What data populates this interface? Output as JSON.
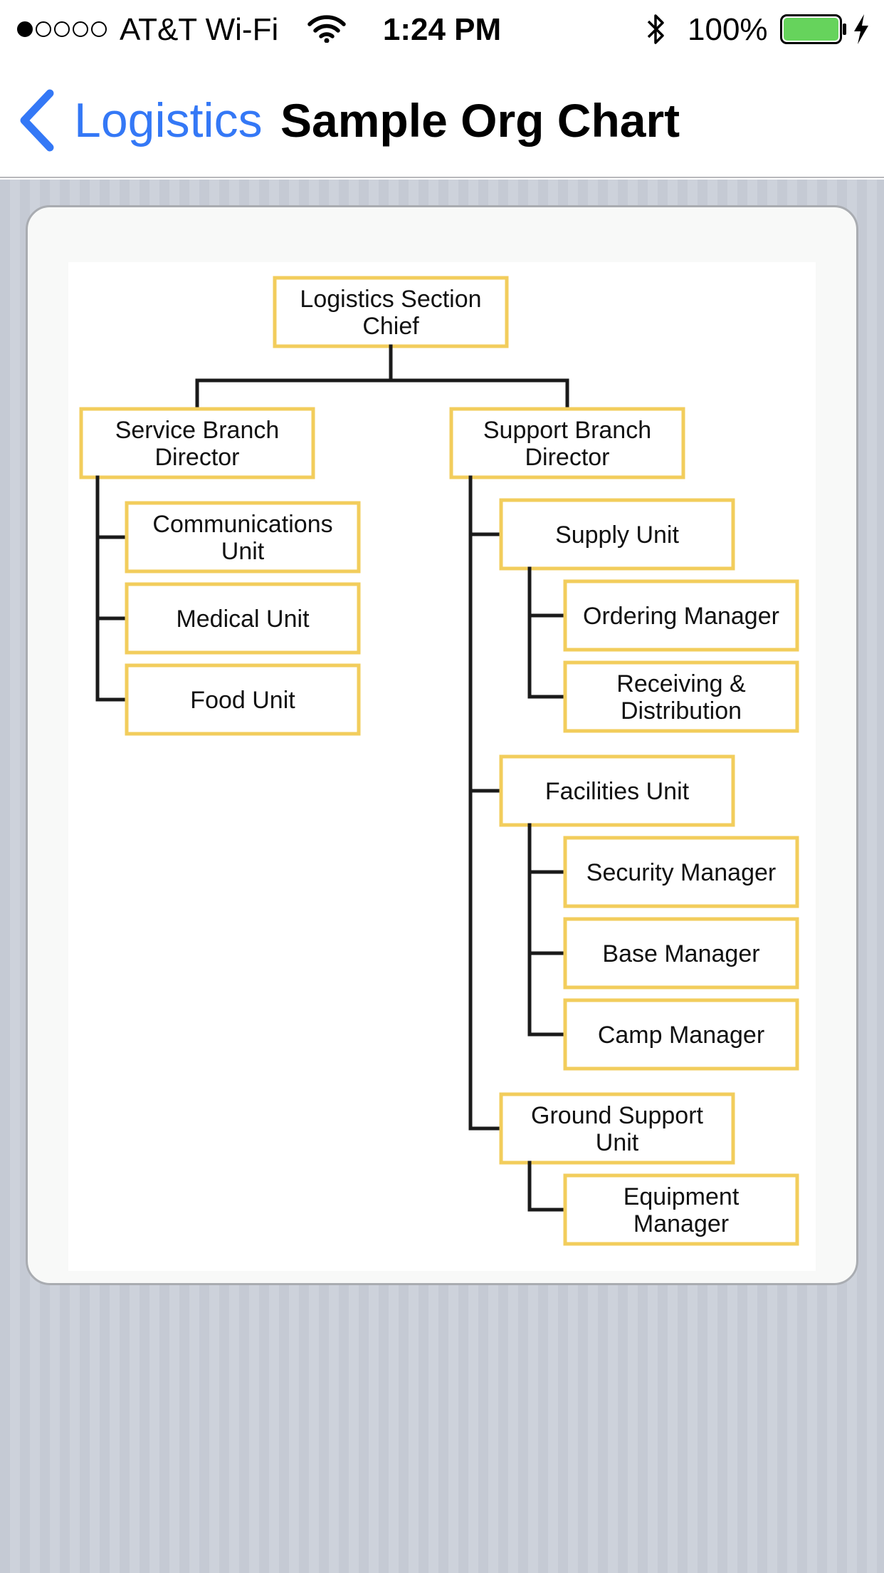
{
  "status_bar": {
    "carrier": "AT&T Wi-Fi",
    "time": "1:24 PM",
    "battery": "100%",
    "signal_bars_filled": 1,
    "signal_bars_total": 5
  },
  "nav": {
    "back_label": "Logistics",
    "title": "Sample Org Chart"
  },
  "colors": {
    "accent": "#3478f6",
    "box_border": "#f2cd5c",
    "battery_fill": "#66d35c"
  },
  "org_chart": {
    "root": {
      "id": "chief",
      "lines": [
        "Logistics Section",
        "Chief"
      ]
    },
    "branches": [
      {
        "id": "service-branch",
        "lines": [
          "Service Branch",
          "Director"
        ],
        "units": [
          {
            "id": "communications-unit",
            "lines": [
              "Communications",
              "Unit"
            ],
            "children": []
          },
          {
            "id": "medical-unit",
            "lines": [
              "Medical Unit"
            ],
            "children": []
          },
          {
            "id": "food-unit",
            "lines": [
              "Food Unit"
            ],
            "children": []
          }
        ]
      },
      {
        "id": "support-branch",
        "lines": [
          "Support Branch",
          "Director"
        ],
        "units": [
          {
            "id": "supply-unit",
            "lines": [
              "Supply Unit"
            ],
            "children": [
              {
                "id": "ordering-manager",
                "lines": [
                  "Ordering Manager"
                ]
              },
              {
                "id": "receiving-distribution",
                "lines": [
                  "Receiving &",
                  "Distribution"
                ]
              }
            ]
          },
          {
            "id": "facilities-unit",
            "lines": [
              "Facilities Unit"
            ],
            "children": [
              {
                "id": "security-manager",
                "lines": [
                  "Security Manager"
                ]
              },
              {
                "id": "base-manager",
                "lines": [
                  "Base Manager"
                ]
              },
              {
                "id": "camp-manager",
                "lines": [
                  "Camp Manager"
                ]
              }
            ]
          },
          {
            "id": "ground-support-unit",
            "lines": [
              "Ground Support",
              "Unit"
            ],
            "children": [
              {
                "id": "equipment-manager",
                "lines": [
                  "Equipment",
                  "Manager"
                ]
              }
            ]
          }
        ]
      }
    ]
  }
}
